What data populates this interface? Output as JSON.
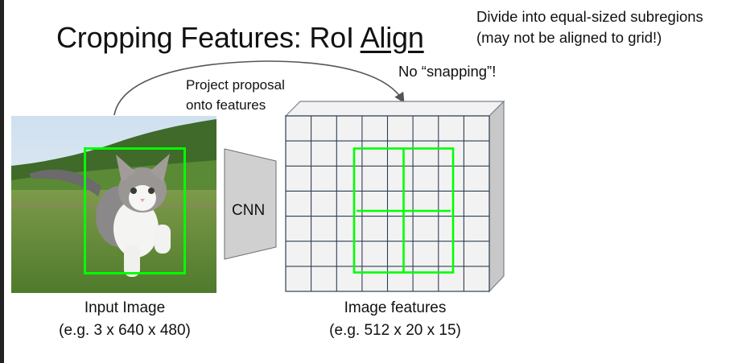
{
  "slide": {
    "title_prefix": "Cropping Features: RoI ",
    "title_underlined": "Align",
    "note_subregions_line1": "Divide into equal-sized subregions",
    "note_subregions_line2": "(may not be aligned to grid!)",
    "note_snapping": "No “snapping”!",
    "note_project_line1": "Project proposal",
    "note_project_line2": "onto features",
    "cnn_label": "CNN",
    "input_caption_line1": "Input Image",
    "input_caption_line2": "(e.g. 3 x 640 x 480)",
    "features_caption_line1": "Image features",
    "features_caption_line2": "(e.g. 512 x 20 x 15)"
  },
  "colors": {
    "box_green": "#00ff00",
    "grid_line": "#2f3f55",
    "grid_face": "#f2f2f2",
    "side_face": "#c8c8c8",
    "cnn_fill": "#d0d0d0"
  },
  "feature_grid": {
    "columns": 8,
    "rows": 7
  }
}
